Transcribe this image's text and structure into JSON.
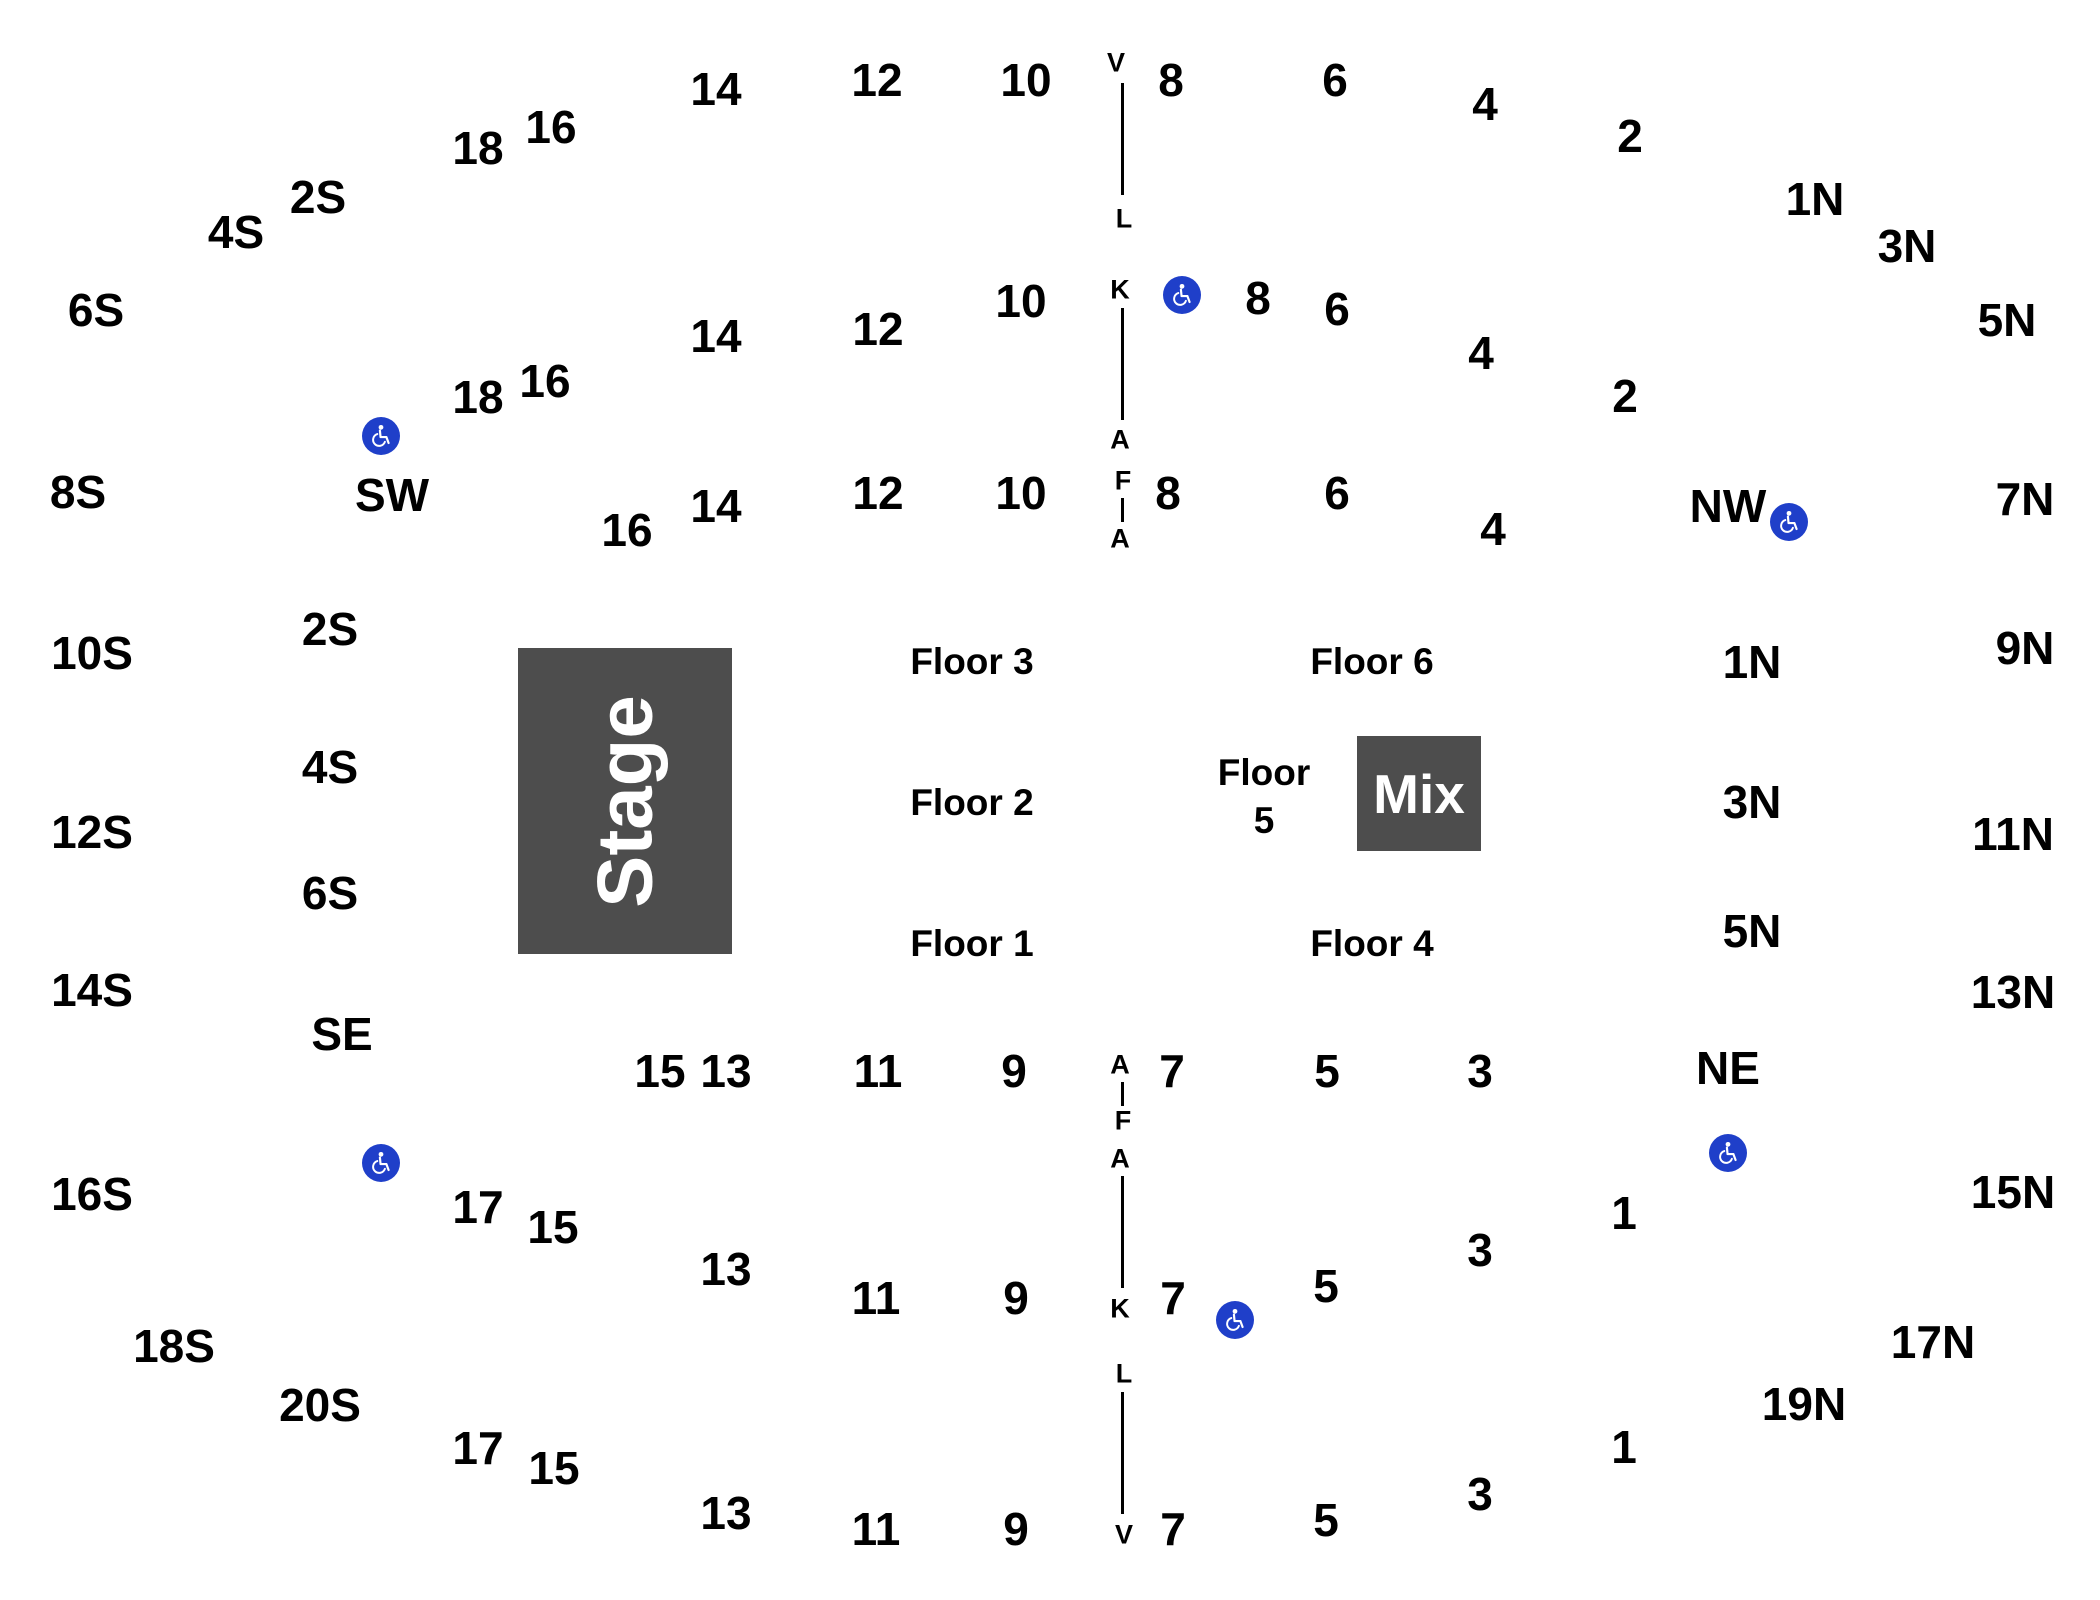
{
  "stage_label": "Stage",
  "mix_label": "Mix",
  "floors": {
    "f1": "Floor 1",
    "f2": "Floor 2",
    "f3": "Floor 3",
    "f4": "Floor 4",
    "f5a": "Floor",
    "f5b": "5",
    "f6": "Floor 6"
  },
  "upper_left": [
    "6S",
    "4S",
    "2S",
    "18",
    "16"
  ],
  "lower_left": [
    "20S",
    "18S",
    "17",
    "15"
  ],
  "left_outer": [
    "8S",
    "10S",
    "12S",
    "14S",
    "16S"
  ],
  "left_inner": [
    "SW",
    "2S",
    "4S",
    "6S",
    "SE"
  ],
  "top_row1": [
    "14",
    "12",
    "10",
    "8",
    "6",
    "4",
    "2"
  ],
  "top_row2": [
    "18",
    "16",
    "14",
    "12",
    "10",
    "8",
    "6",
    "4",
    "2"
  ],
  "top_row3": [
    "16",
    "14",
    "12",
    "10",
    "8",
    "6",
    "4"
  ],
  "bot_row1": [
    "15",
    "13",
    "11",
    "9",
    "7",
    "5",
    "3"
  ],
  "bot_row2": [
    "17",
    "15",
    "13",
    "11",
    "9",
    "7",
    "5",
    "3",
    "1"
  ],
  "bot_row3": [
    "17",
    "15",
    "13",
    "11",
    "9",
    "7",
    "5",
    "3",
    "1"
  ],
  "right_outer_top": [
    "1N",
    "3N",
    "5N",
    "7N",
    "9N"
  ],
  "right_inner": [
    "NW",
    "1N",
    "3N",
    "5N",
    "NE"
  ],
  "right_outer_bottom": [
    "11N",
    "13N",
    "15N",
    "17N",
    "19N"
  ],
  "rows_top": [
    "V",
    "L",
    "K",
    "A",
    "F",
    "A"
  ],
  "rows_bottom": [
    "A",
    "F",
    "A",
    "K",
    "L",
    "V"
  ],
  "accessible_icon": "wheelchair-icon",
  "colors": {
    "block": "#4d4d4d",
    "accessible": "#1f3fc9"
  }
}
